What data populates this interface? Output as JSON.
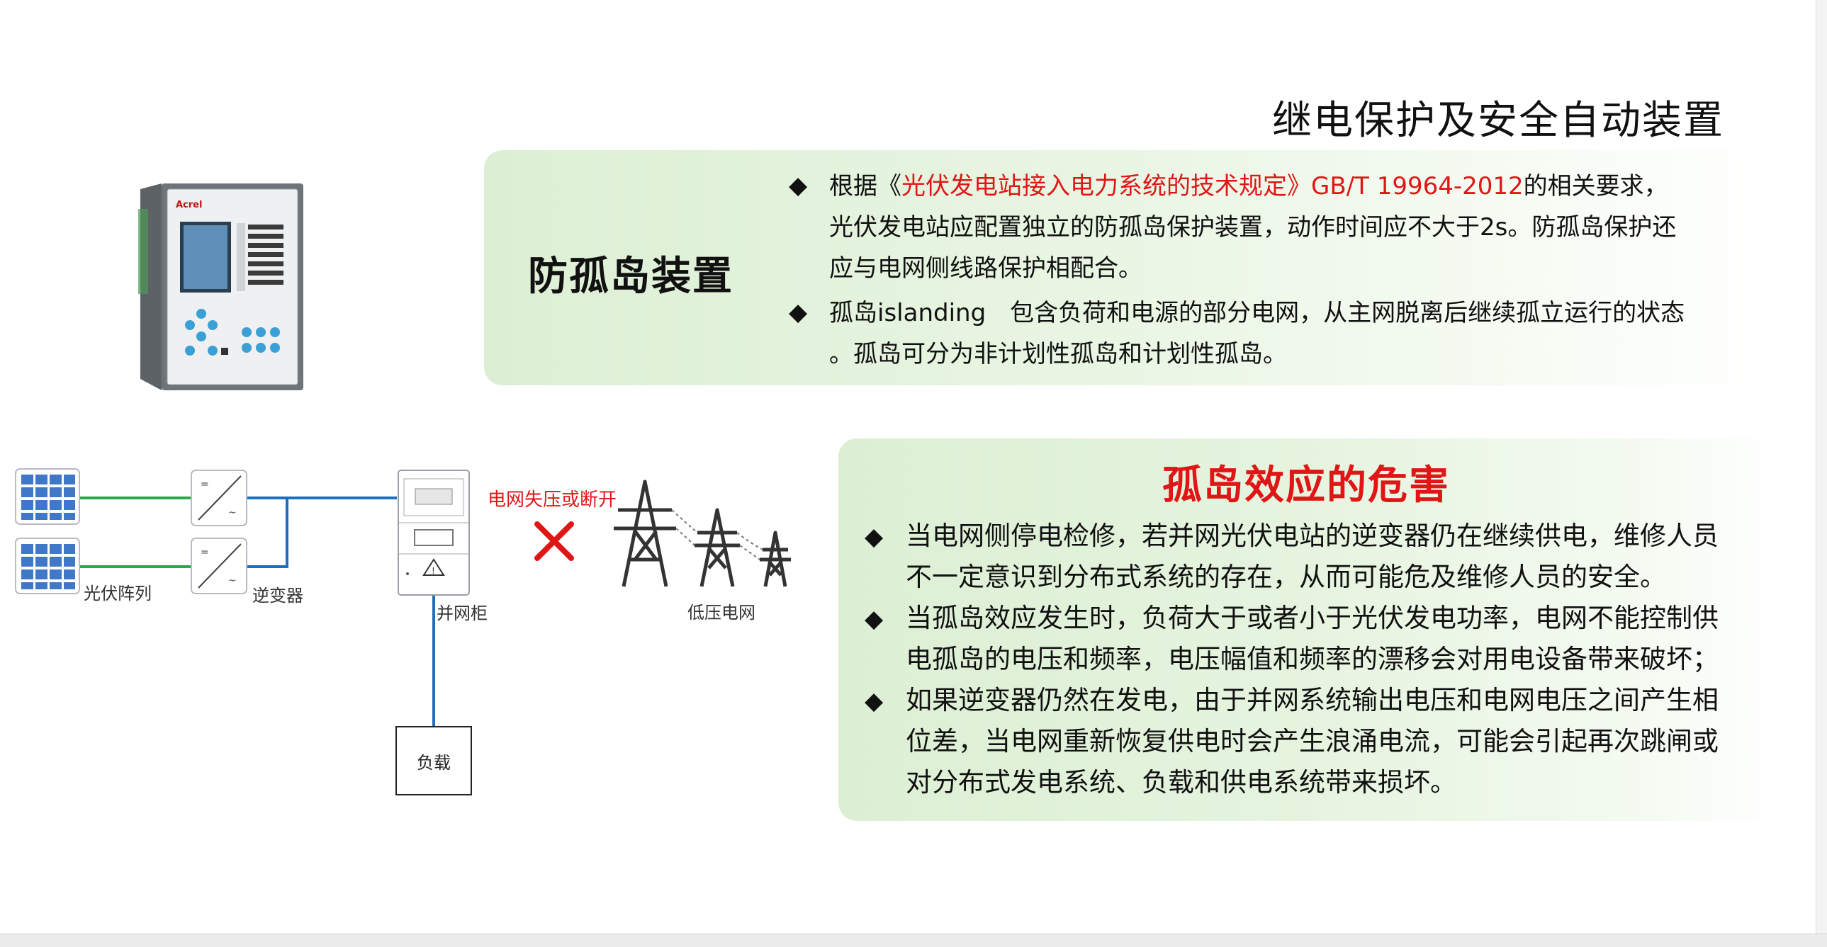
{
  "title": "继电保护及安全自动装置",
  "device_panel": {
    "title": "防孤岛装置",
    "bullet_symbol": "◆",
    "bullet1": {
      "prefix": "根据《",
      "red": "光伏发电站接入电力系统的技术规定》GB/T 19964-2012",
      "suffix": "的相关要求，",
      "line2": "光伏发电站应配置独立的防孤岛保护装置，动作时间应不大于2s。防孤岛保护还",
      "line3": "应与电网侧线路保护相配合。"
    },
    "bullet2": {
      "line1": "孤岛islanding　包含负荷和电源的部分电网，从主网脱离后继续孤立运行的状态",
      "line2": "。孤岛可分为非计划性孤岛和计划性孤岛。"
    }
  },
  "harm_panel": {
    "title": "孤岛效应的危害",
    "bullets": [
      {
        "line1": "当电网侧停电检修，若并网光伏电站的逆变器仍在继续供电，维修人员",
        "line2": "不一定意识到分布式系统的存在，从而可能危及维修人员的安全。"
      },
      {
        "line1": "当孤岛效应发生时，负荷大于或者小于光伏发电功率，电网不能控制供",
        "line2": "电孤岛的电压和频率，电压幅值和频率的漂移会对用电设备带来破坏；"
      },
      {
        "line1": "如果逆变器仍然在发电，由于并网系统输出电压和电网电压之间产生相",
        "line2": "位差，当电网重新恢复供电时会产生浪涌电流，可能会引起再次跳闸或",
        "line3": "对分布式发电系统、负载和供电系统带来损坏。"
      }
    ]
  },
  "diagram": {
    "pv_label": "光伏阵列",
    "inverter_label": "逆变器",
    "cabinet_label": "并网柜",
    "fault_label": "电网失压或断开",
    "grid_label": "低压电网",
    "load_label": "负载"
  },
  "device_image": {
    "brand": "Acrel"
  },
  "colors": {
    "accent_red": "#e01616",
    "panel_green": "#dcefd4",
    "wire_green": "#2aa84a",
    "wire_blue": "#1f6fc0"
  }
}
